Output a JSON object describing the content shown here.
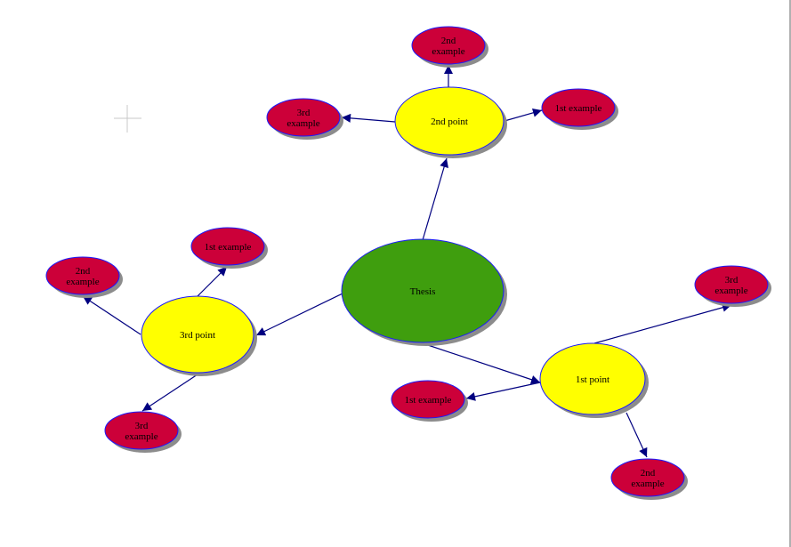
{
  "colors": {
    "thesis": "#3f9e0e",
    "point": "#ffff00",
    "example": "#cc0039",
    "border": "#1a1aff",
    "edge": "#000080",
    "shadow": "#8c8c8c"
  },
  "nodes": {
    "thesis": "Thesis",
    "p1": "1st point",
    "p2": "2nd point",
    "p3": "3rd point",
    "p1e1": "1st example",
    "p1e2": "2nd\nexample",
    "p1e3": "3rd\nexample",
    "p2e1": "1st example",
    "p2e2": "2nd\nexample",
    "p2e3": "3rd\nexample",
    "p3e1": "1st example",
    "p3e2": "2nd\nexample",
    "p3e3": "3rd\nexample"
  }
}
